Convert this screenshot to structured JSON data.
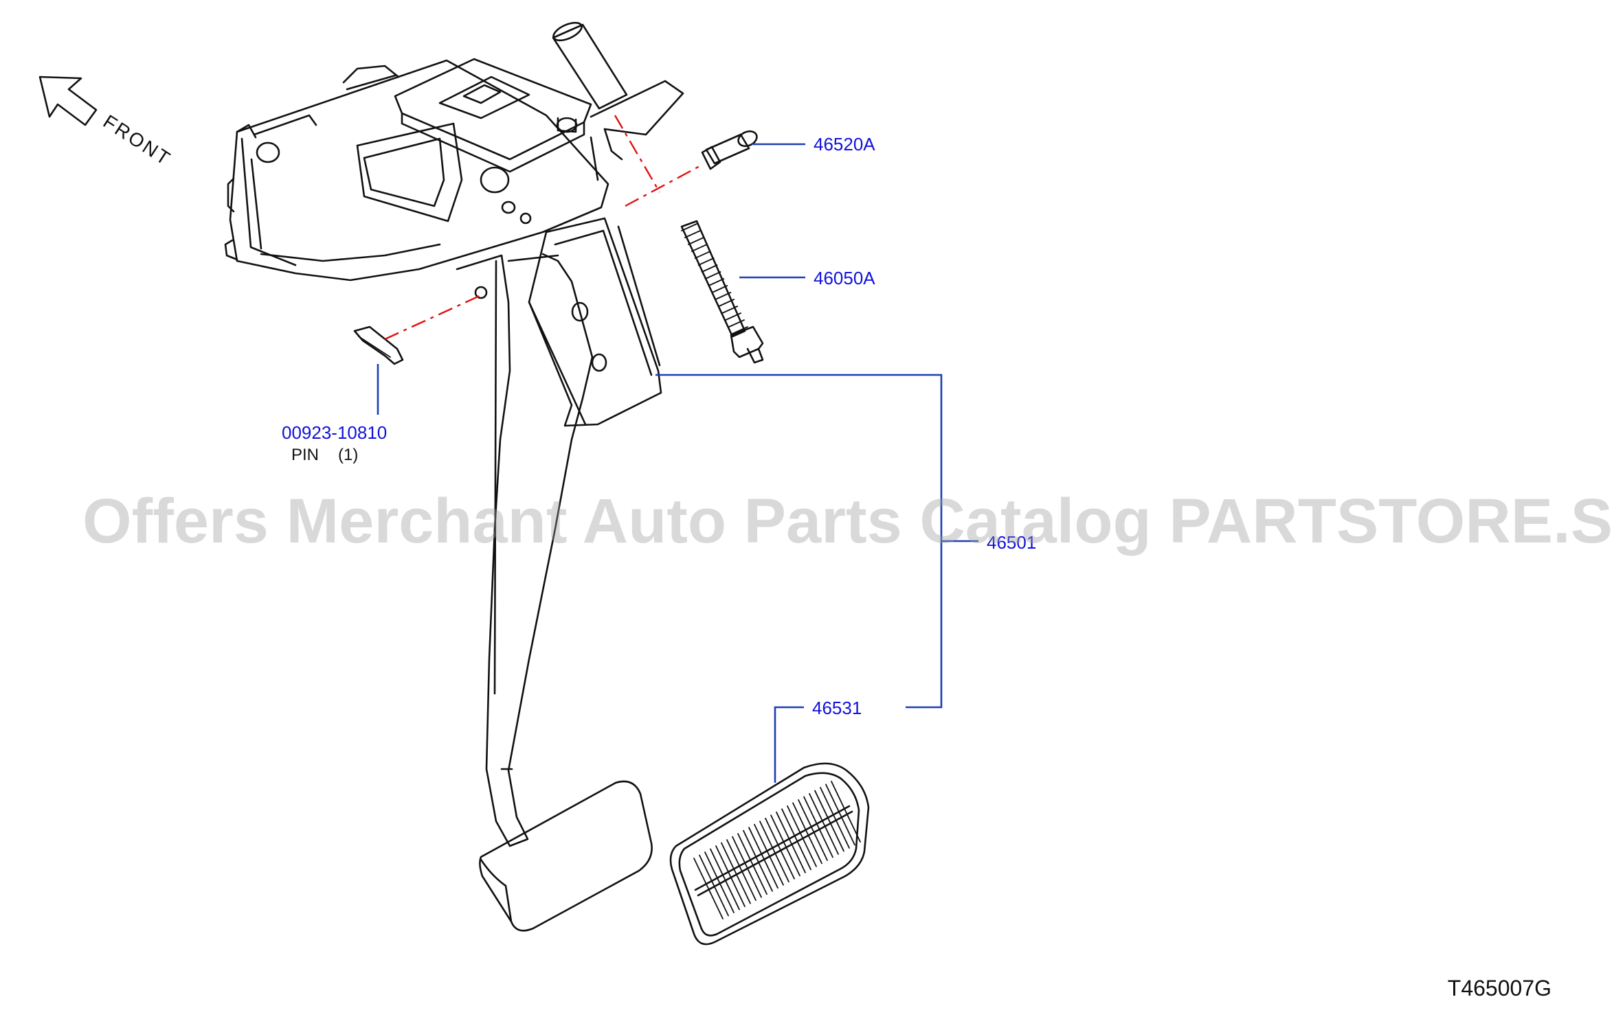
{
  "orientation": {
    "label": "FRONT",
    "icon": "arrow-front-icon"
  },
  "parts": {
    "p46520A": {
      "number": "46520A"
    },
    "p46050A": {
      "number": "46050A"
    },
    "p00923": {
      "number": "00923-10810",
      "name": "PIN",
      "qty": "(1)"
    },
    "p46501": {
      "number": "46501"
    },
    "p46531": {
      "number": "46531"
    }
  },
  "watermark": {
    "text": "Offers Merchant Auto Parts Catalog PARTSTORE.SA"
  },
  "diagram_code": "T465007G",
  "colors": {
    "part_number": "#1010dd",
    "leader_line": "#1a3fb5",
    "center_line": "#e01010",
    "drawing": "#111111"
  }
}
